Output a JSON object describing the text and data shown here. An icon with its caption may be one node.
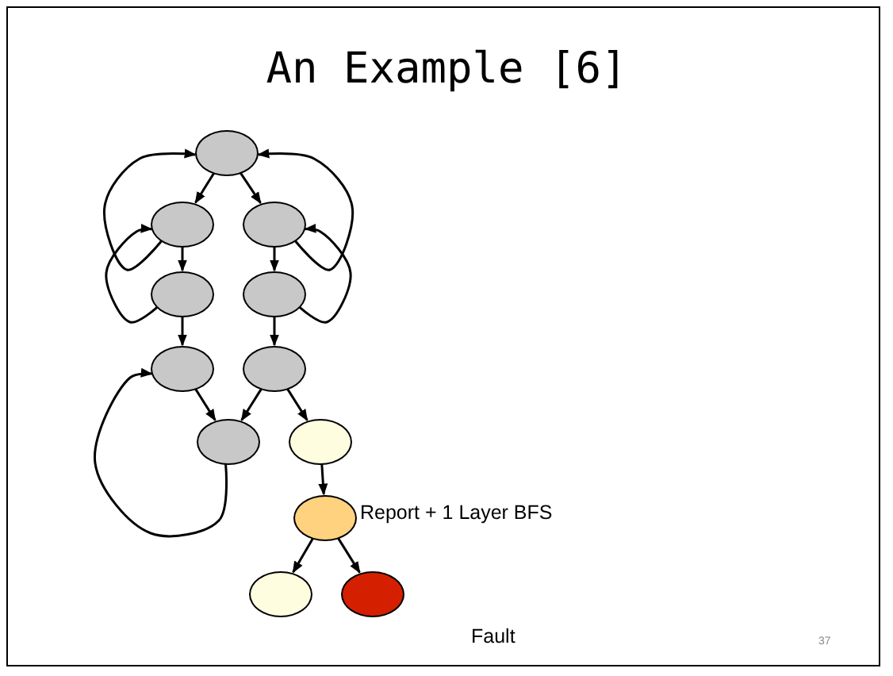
{
  "diagram": {
    "title": "An Example [6]",
    "nodes": [
      {
        "text": [],
        "shape": "ellipse"
      },
      {
        "text": [],
        "shape": "ellipse"
      },
      {
        "text": [],
        "shape": "ellipse"
      },
      {
        "text": [],
        "shape": "ellipse"
      },
      {
        "text": [],
        "shape": "ellipse"
      },
      {
        "text": [],
        "shape": "ellipse"
      },
      {
        "text": [],
        "shape": "ellipse"
      },
      {
        "text": [],
        "shape": "ellipse"
      },
      {
        "text": [],
        "shape": "ellipse"
      },
      {
        "text": [],
        "shape": "ellipse",
        "beside": [
          "Report + 1 Layer BFS"
        ]
      },
      {
        "text": [],
        "shape": "ellipse"
      },
      {
        "text": [],
        "shape": "ellipse",
        "beside": [
          "Fault"
        ]
      }
    ],
    "edges": [
      {
        "from": 0,
        "to": 1,
        "arrow": "to"
      },
      {
        "from": 0,
        "to": 2,
        "arrow": "to"
      },
      {
        "from": 1,
        "to": 3,
        "arrow": "to"
      },
      {
        "from": 2,
        "to": 4,
        "arrow": "to"
      },
      {
        "from": 3,
        "to": 5,
        "arrow": "to"
      },
      {
        "from": 4,
        "to": 6,
        "arrow": "to"
      },
      {
        "from": 5,
        "to": 7,
        "arrow": "to"
      },
      {
        "from": 6,
        "to": 7,
        "arrow": "to"
      },
      {
        "from": 6,
        "to": 8,
        "arrow": "to"
      },
      {
        "from": 8,
        "to": 9,
        "arrow": "to"
      },
      {
        "from": 9,
        "to": 10,
        "arrow": "to"
      },
      {
        "from": 9,
        "to": 11,
        "arrow": "to"
      },
      {
        "from": 1,
        "to": 0,
        "arrow": "to"
      },
      {
        "from": 2,
        "to": 0,
        "arrow": "to"
      },
      {
        "from": 3,
        "to": 1,
        "arrow": "to"
      },
      {
        "from": 4,
        "to": 2,
        "arrow": "to"
      },
      {
        "from": 7,
        "to": 5,
        "arrow": "to"
      }
    ],
    "labels": [
      "37"
    ]
  }
}
